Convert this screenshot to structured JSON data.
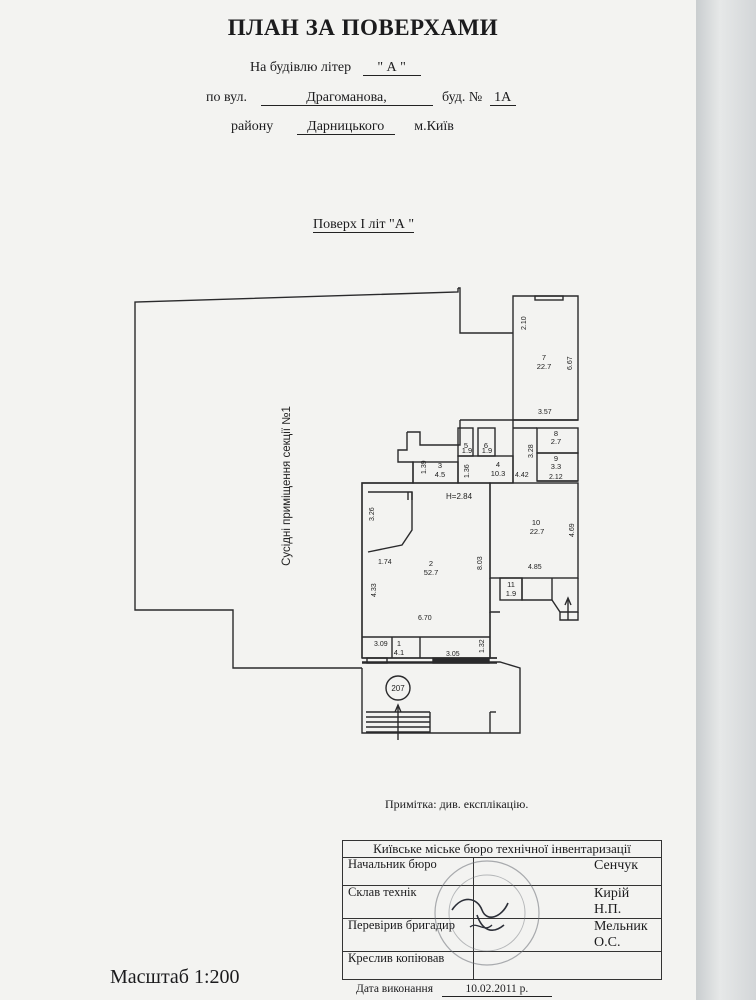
{
  "header": {
    "title": "ПЛАН ЗА ПОВЕРХАМИ",
    "building_prefix": "На будівлю літер",
    "building_letter": "\" А \"",
    "street_prefix": "по вул.",
    "street": "Драгоманова,",
    "house_prefix": "буд. №",
    "house_number": "1А",
    "district_prefix": "району",
    "district": "Дарницького",
    "city": "м.Київ"
  },
  "floor_title": "Поверх  I  літ \"А \"",
  "plan": {
    "neighbor_label": "Сусідні приміщення секції №1",
    "height_label": "H=2.84",
    "entrance_label": "207",
    "rooms": [
      {
        "num": "1",
        "area": "4.1"
      },
      {
        "num": "2",
        "area": "52.7"
      },
      {
        "num": "3",
        "area": "4.5"
      },
      {
        "num": "4",
        "area": "10.3"
      },
      {
        "num": "5",
        "area": "1.9"
      },
      {
        "num": "6",
        "area": "1.9"
      },
      {
        "num": "7",
        "area": "22.7"
      },
      {
        "num": "8",
        "area": "2.7"
      },
      {
        "num": "9",
        "area": "3.3"
      },
      {
        "num": "10",
        "area": "22.7"
      },
      {
        "num": "11",
        "area": "1.9"
      }
    ],
    "dims": [
      "2.10",
      "6.67",
      "3.57",
      "3.28",
      "2.12",
      "4.42",
      "1.36",
      "1.39",
      "3.26",
      "1.74",
      "4.33",
      "8.03",
      "6.70",
      "4.69",
      "4.85",
      "3.09",
      "3.05",
      "1.32"
    ]
  },
  "note": "Примітка: див. експлікацію.",
  "stamp": {
    "organization": "Київське міське бюро технічної інвентаризації",
    "rows": [
      {
        "role": "Начальник бюро",
        "name": "Сенчук"
      },
      {
        "role": "Склав технік",
        "name": "Кирій Н.П."
      },
      {
        "role": "Перевірив бригадир",
        "name": "Мельник О.С."
      },
      {
        "role": "Креслив копіював",
        "name": ""
      }
    ],
    "date_label": "Дата виконання",
    "date": "10.02.2011 р."
  },
  "scale": "Масштаб 1:200"
}
